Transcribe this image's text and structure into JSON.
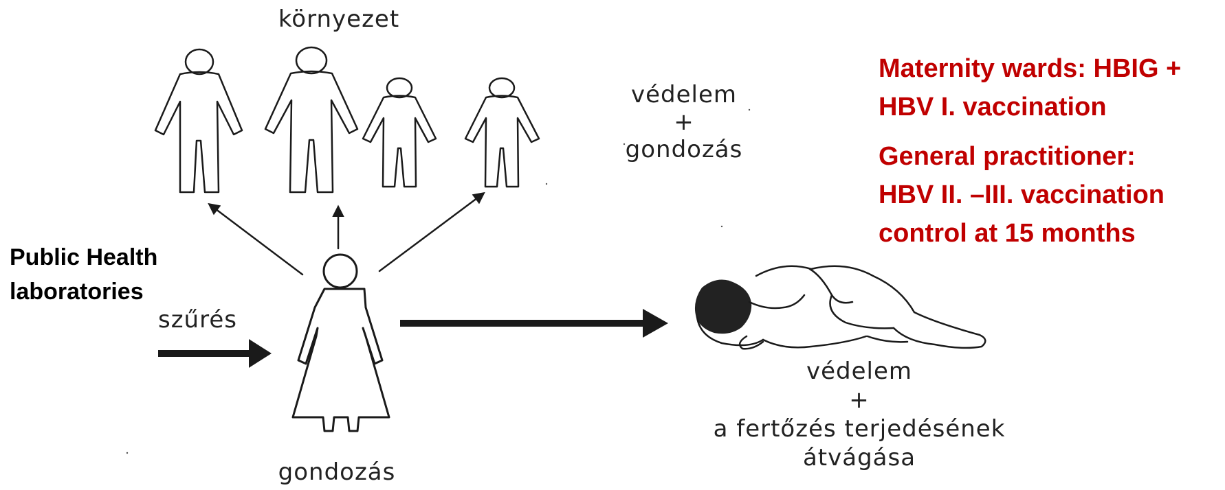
{
  "top_label": "környezet",
  "protection_care": {
    "line1": "védelem",
    "line2": "+",
    "line3": "gondozás"
  },
  "public_health": {
    "line1": "Public Health",
    "line2": "laboratories"
  },
  "screening_label": "szűrés",
  "bottom_label": "gondozás",
  "baby_caption": {
    "line1": "védelem",
    "line2": "+",
    "line3": "a fertőzés terjedésének",
    "line4": "átvágása"
  },
  "red_notes": {
    "line1": "Maternity wards: HBIG +",
    "line2": "HBV I. vaccination",
    "line3": "General practitioner:",
    "line4": "HBV II. –III. vaccination",
    "line5": "control at 15 months"
  },
  "colors": {
    "accent_red": "#c00000",
    "ink": "#1a1a1a"
  }
}
